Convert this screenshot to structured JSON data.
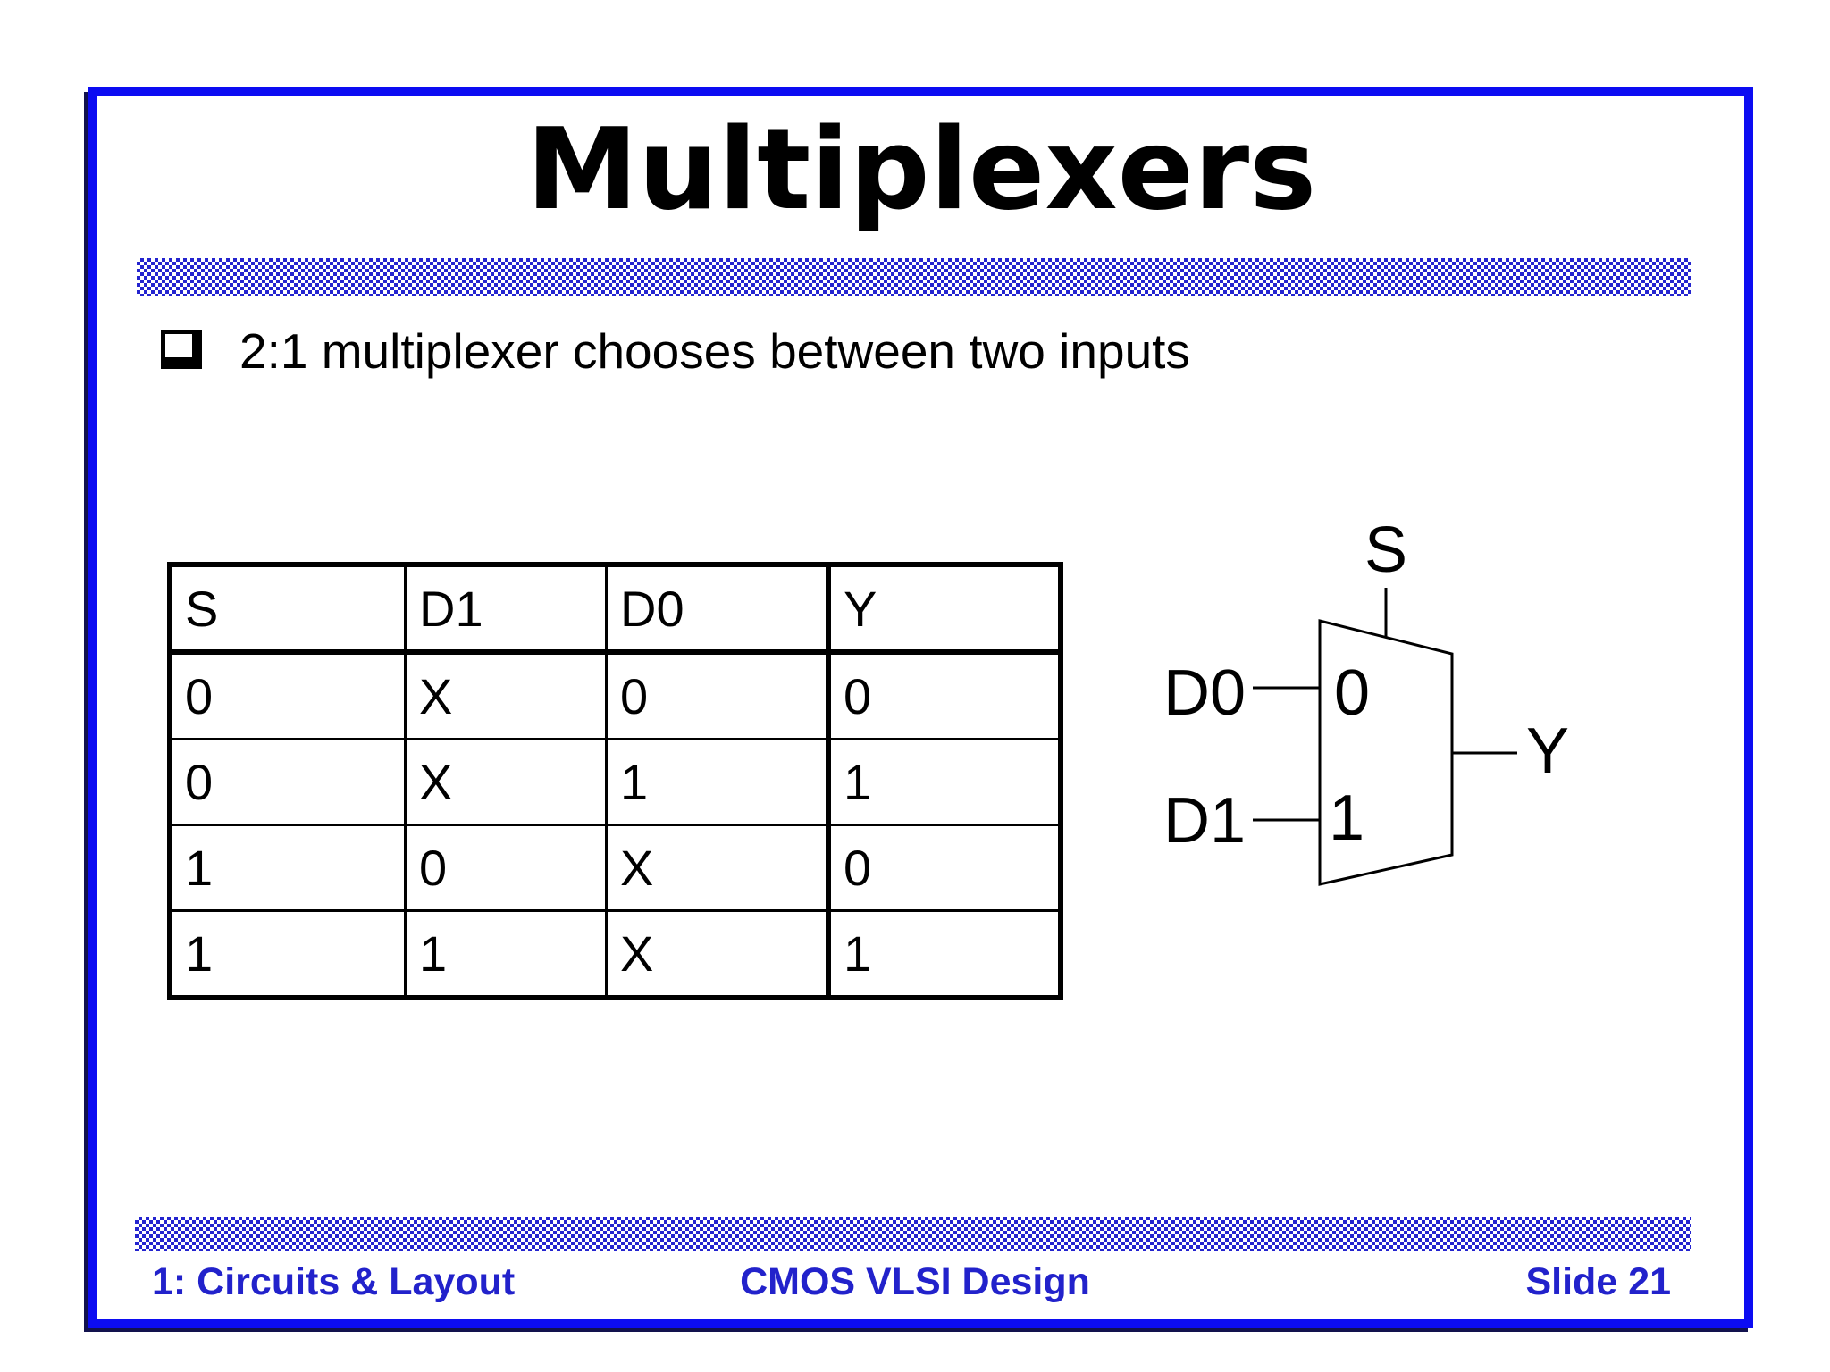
{
  "slide": {
    "title": "Multiplexers",
    "bullet": {
      "marker": "shadowed-square",
      "text": "2:1 multiplexer chooses between two inputs"
    },
    "truth_table": {
      "headers": [
        "S",
        "D1",
        "D0",
        "Y"
      ],
      "rows": [
        [
          "0",
          "X",
          "0",
          "0"
        ],
        [
          "0",
          "X",
          "1",
          "1"
        ],
        [
          "1",
          "0",
          "X",
          "0"
        ],
        [
          "1",
          "1",
          "X",
          "1"
        ]
      ]
    },
    "diagram": {
      "type": "2:1 multiplexer symbol",
      "select_label": "S",
      "input0_label": "D0",
      "input1_label": "D1",
      "port0_label": "0",
      "port1_label": "1",
      "output_label": "Y"
    },
    "footer": {
      "left": "1: Circuits & Layout",
      "center": "CMOS VLSI Design",
      "right": "Slide 21"
    }
  },
  "colors": {
    "border_blue": "#0c0cf2",
    "checker_blue": "#2424cf",
    "footer_blue": "#2222cb",
    "text_black": "#000000"
  }
}
